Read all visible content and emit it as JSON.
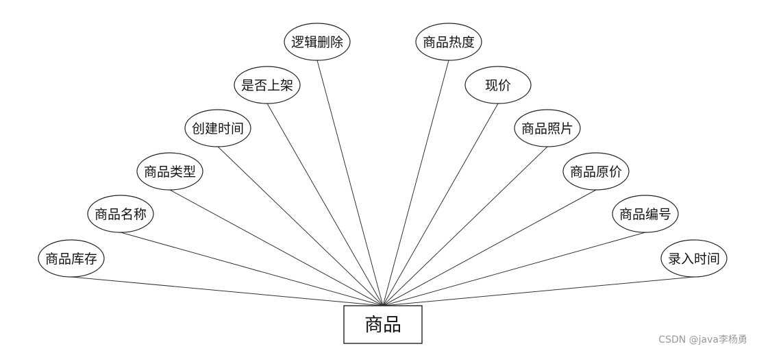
{
  "entity": {
    "label": "商品"
  },
  "attributes": [
    "商品库存",
    "商品名称",
    "商品类型",
    "创建时间",
    "是否上架",
    "逻辑删除",
    "商品热度",
    "现价",
    "商品照片",
    "商品原价",
    "商品编号",
    "录入时间"
  ],
  "watermark": "CSDN @java李杨勇"
}
